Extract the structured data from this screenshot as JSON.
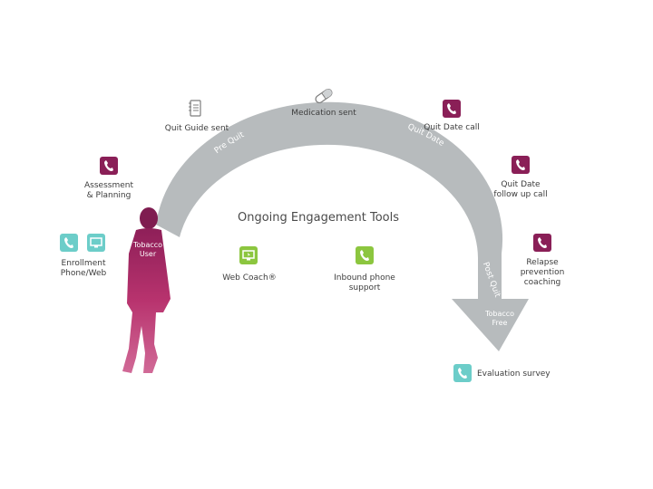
{
  "center_title": "Ongoing Engagement Tools",
  "arc_phases": {
    "pre_quit": "Pre Quit",
    "quit_date": "Quit Date",
    "post_quit": "Post Quit"
  },
  "figure_label": "Tobacco\nUser",
  "arrow_label": "Tobacco\nFree",
  "steps": {
    "enrollment": "Enrollment\nPhone/Web",
    "assessment": "Assessment\n& Planning",
    "quit_guide": "Quit Guide sent",
    "medication": "Medication sent",
    "quit_date_call": "Quit Date call",
    "quit_date_followup": "Quit Date\nfollow up call",
    "relapse": "Relapse\nprevention\ncoaching",
    "evaluation": "Evaluation survey"
  },
  "tools": {
    "web_coach": "Web Coach®",
    "inbound_phone": "Inbound phone\nsupport"
  },
  "colors": {
    "arc": "#b7bbbd",
    "maroon": "#8a1f57",
    "figure": "#b8336e",
    "teal": "#6ccdc9",
    "green": "#8cc63f"
  },
  "icons": [
    "phone-icon",
    "monitor-icon",
    "notebook-icon",
    "pill-icon"
  ]
}
